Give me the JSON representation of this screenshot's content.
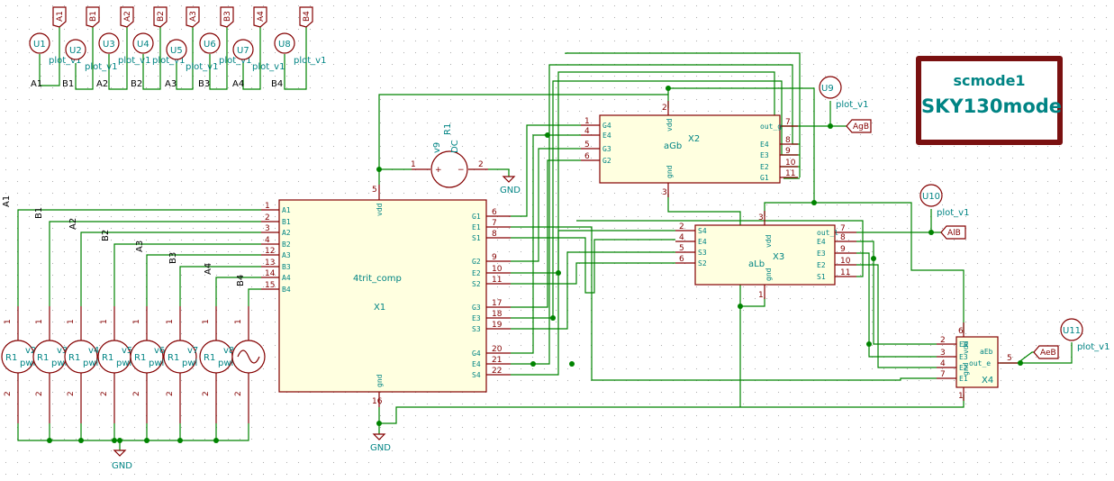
{
  "title_block": {
    "line1": "scmode1",
    "line2": "SKY130mode"
  },
  "inputs": [
    "A1",
    "B1",
    "A2",
    "B2",
    "A3",
    "B3",
    "A4",
    "B4"
  ],
  "probes_top": [
    "U1",
    "U2",
    "U3",
    "U4",
    "U5",
    "U6",
    "U7",
    "U8"
  ],
  "plot_label": "plot_v1",
  "x1": {
    "ref": "X1",
    "value": "4trit_comp",
    "left_pins": [
      {
        "n": "1",
        "name": "A1"
      },
      {
        "n": "2",
        "name": "B1"
      },
      {
        "n": "3",
        "name": "A2"
      },
      {
        "n": "4",
        "name": "B2"
      },
      {
        "n": "12",
        "name": "A3"
      },
      {
        "n": "13",
        "name": "B3"
      },
      {
        "n": "14",
        "name": "A4"
      },
      {
        "n": "15",
        "name": "B4"
      }
    ],
    "right_pins": [
      {
        "n": "6",
        "name": "G1"
      },
      {
        "n": "7",
        "name": "E1"
      },
      {
        "n": "8",
        "name": "S1"
      },
      {
        "n": "9",
        "name": "G2"
      },
      {
        "n": "10",
        "name": "E2"
      },
      {
        "n": "11",
        "name": "S2"
      },
      {
        "n": "17",
        "name": "G3"
      },
      {
        "n": "18",
        "name": "E3"
      },
      {
        "n": "19",
        "name": "S3"
      },
      {
        "n": "20",
        "name": "G4"
      },
      {
        "n": "21",
        "name": "E4"
      },
      {
        "n": "22",
        "name": "S4"
      }
    ],
    "vdd": {
      "n": "5",
      "name": "vdd"
    },
    "gnd": {
      "n": "16",
      "name": "gnd"
    }
  },
  "x2": {
    "ref": "X2",
    "value": "aGb",
    "left_pins": [
      {
        "n": "1",
        "name": "G4"
      },
      {
        "n": "4",
        "name": "E4"
      },
      {
        "n": "5",
        "name": "G3"
      },
      {
        "n": "6",
        "name": "G2"
      }
    ],
    "right_pins": [
      {
        "n": "7",
        "name": "out_g"
      },
      {
        "n": "8",
        "name": "E4"
      },
      {
        "n": "9",
        "name": "E3"
      },
      {
        "n": "10",
        "name": "E2"
      },
      {
        "n": "11",
        "name": "G1"
      }
    ],
    "vdd": {
      "n": "2",
      "name": "vdd"
    },
    "gnd": {
      "n": "3",
      "name": "gnd"
    }
  },
  "x3": {
    "ref": "X3",
    "value": "aLb",
    "left_pins": [
      {
        "n": "2",
        "name": "S4"
      },
      {
        "n": "4",
        "name": "E4"
      },
      {
        "n": "5",
        "name": "S3"
      },
      {
        "n": "6",
        "name": "S2"
      }
    ],
    "right_pins": [
      {
        "n": "7",
        "name": "out_l"
      },
      {
        "n": "8",
        "name": "E4"
      },
      {
        "n": "9",
        "name": "E3"
      },
      {
        "n": "10",
        "name": "E2"
      },
      {
        "n": "11",
        "name": "S1"
      }
    ],
    "vdd": {
      "n": "3",
      "name": "vdd"
    },
    "gnd": {
      "n": "1",
      "name": "gnd"
    }
  },
  "x4": {
    "ref": "X4",
    "value": "aEb",
    "left_pins": [
      {
        "n": "2",
        "name": "E4"
      },
      {
        "n": "3",
        "name": "E3"
      },
      {
        "n": "4",
        "name": "E2"
      },
      {
        "n": "7",
        "name": "E1"
      }
    ],
    "right_pins": [
      {
        "n": "5",
        "name": "out_e"
      }
    ],
    "vdd": {
      "n": "6",
      "name": "vdd"
    },
    "gnd": {
      "n": "1",
      "name": "gnd"
    }
  },
  "outputs": [
    {
      "probe": "U9",
      "label": "AgB"
    },
    {
      "probe": "U10",
      "label": "AlB"
    },
    {
      "probe": "U11",
      "label": "AeB"
    }
  ],
  "supply": {
    "ref": "v9",
    "value": "DC",
    "name": "R1",
    "pin1": "1",
    "pin2": "2"
  },
  "sources": [
    {
      "ref": "v2",
      "value": "pwl",
      "name": "R1"
    },
    {
      "ref": "v3",
      "value": "pwl",
      "name": "R1"
    },
    {
      "ref": "v4",
      "value": "pwl",
      "name": "R1"
    },
    {
      "ref": "v5",
      "value": "pwl",
      "name": "R1"
    },
    {
      "ref": "v6",
      "value": "pwl",
      "name": "R1"
    },
    {
      "ref": "v7",
      "value": "pwl",
      "name": "R1"
    },
    {
      "ref": "v8",
      "value": "pwl",
      "name": "R1"
    },
    {
      "ref": "",
      "value": "",
      "name": ""
    }
  ],
  "gnd_label": "GND",
  "src_pin_top": "1",
  "src_pin_bot": "2"
}
